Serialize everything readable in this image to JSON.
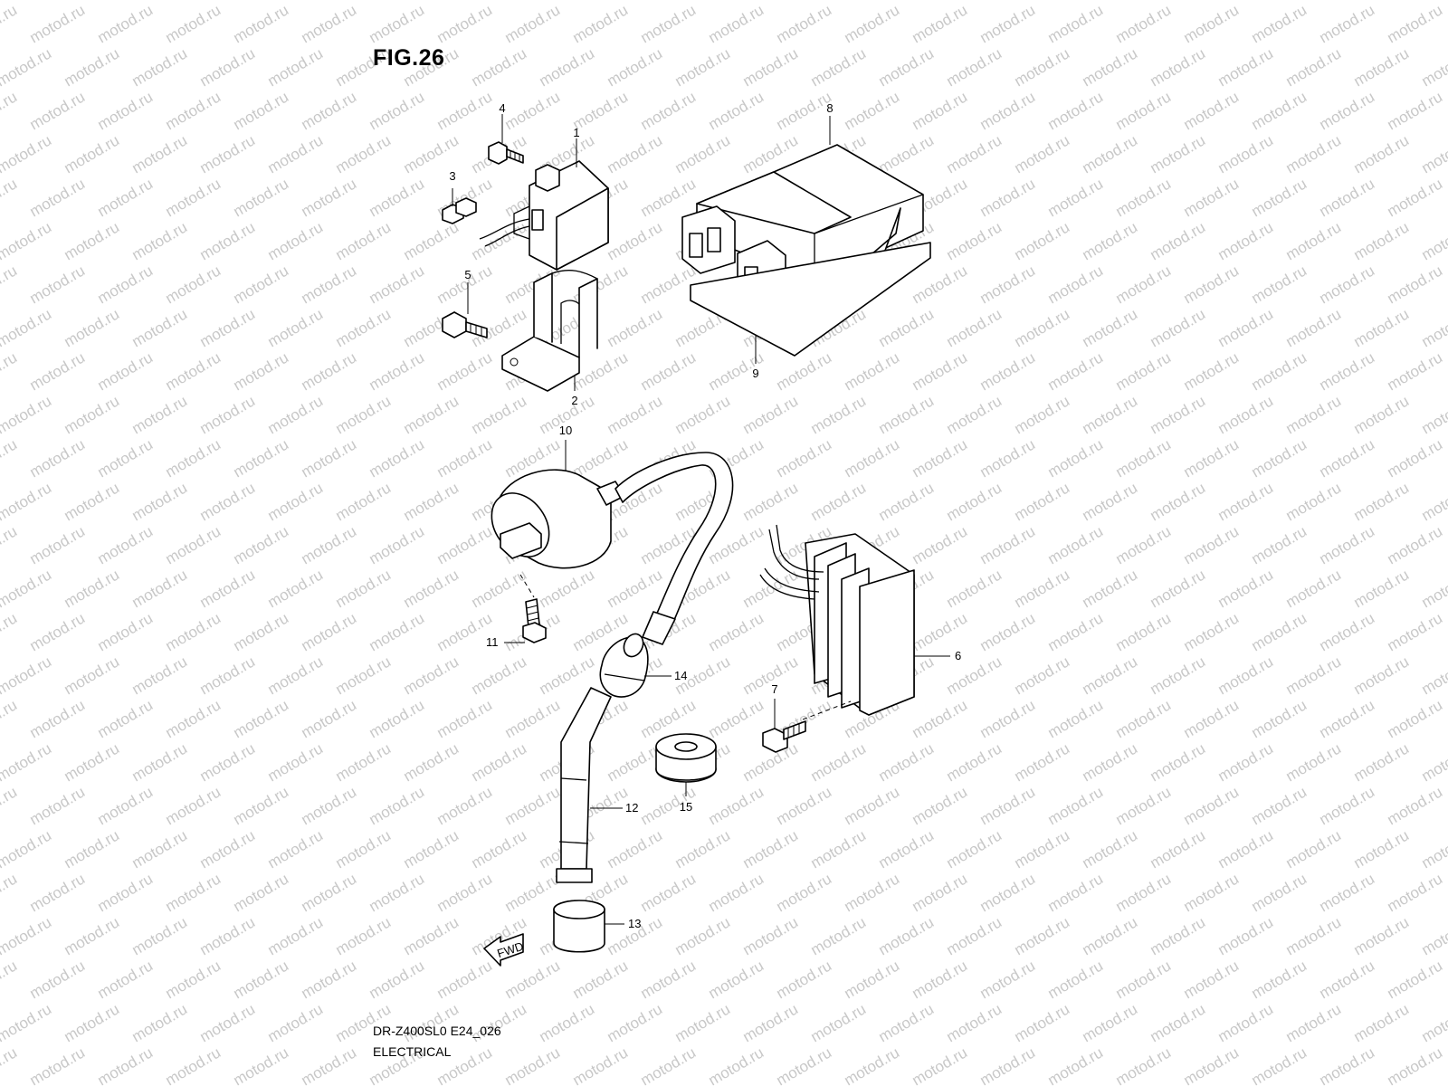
{
  "figure": {
    "title": "FIG.26"
  },
  "footer": {
    "code": "DR-Z400SL0 E24_026",
    "title": "ELECTRICAL"
  },
  "watermark": {
    "text": "motod.ru",
    "color": "#c8c8c8"
  },
  "direction_badge": {
    "text": "FWD"
  },
  "callouts": [
    {
      "id": "1",
      "label": "1"
    },
    {
      "id": "2",
      "label": "2"
    },
    {
      "id": "3",
      "label": "3"
    },
    {
      "id": "4",
      "label": "4"
    },
    {
      "id": "5",
      "label": "5"
    },
    {
      "id": "6",
      "label": "6"
    },
    {
      "id": "7",
      "label": "7"
    },
    {
      "id": "8",
      "label": "8"
    },
    {
      "id": "9",
      "label": "9"
    },
    {
      "id": "10",
      "label": "10"
    },
    {
      "id": "11",
      "label": "11"
    },
    {
      "id": "12",
      "label": "12"
    },
    {
      "id": "13",
      "label": "13"
    },
    {
      "id": "14",
      "label": "14"
    },
    {
      "id": "15",
      "label": "15"
    }
  ]
}
